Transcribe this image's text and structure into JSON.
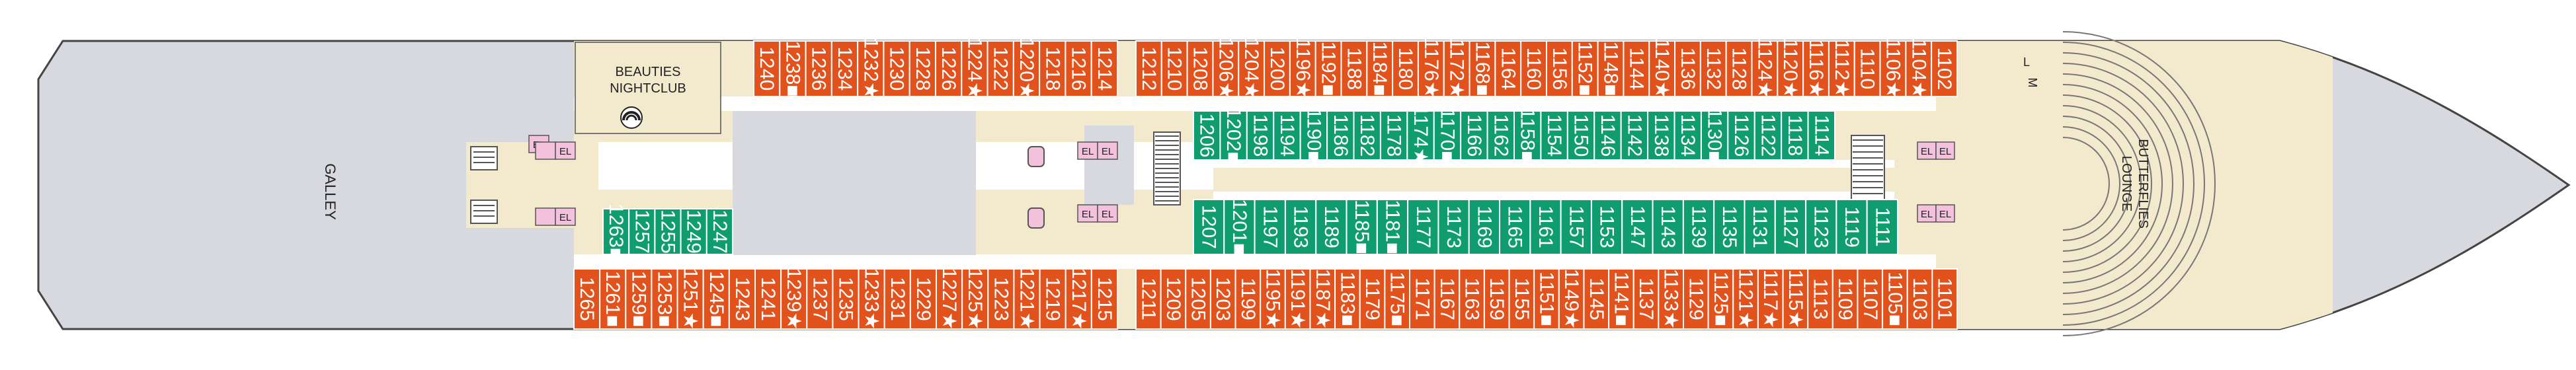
{
  "colors": {
    "hull": "#d8d9de",
    "hull_stroke": "#444444",
    "interior": "#f3e9cc",
    "ocean_cabin": "#e2521c",
    "interior_cabin": "#0f9c6e",
    "elevator": "#f2c1dc",
    "corridor": "#ffffff",
    "venue": "#f3e9cc",
    "divider": "#ffffff"
  },
  "labels": {
    "galley": "GALLEY",
    "nightclub_line1": "BEAUTIES",
    "nightclub_line2": "NIGHTCLUB",
    "lounge_line1": "BUTTERFLIES",
    "lounge_line2": "LOUNGE",
    "elevator": "EL",
    "marker_l": "L",
    "marker_m": "M"
  },
  "cabins": {
    "top_aft": [
      "1240",
      "1238■",
      "1236",
      "1234",
      "1232★",
      "1230",
      "1228",
      "1226",
      "1224★",
      "1222",
      "1220★",
      "1218",
      "1216",
      "1214"
    ],
    "top_fwd": [
      "1212",
      "1210",
      "1208",
      "1206★",
      "1204★",
      "1200",
      "1196★",
      "1192■",
      "1188",
      "1184■",
      "1180",
      "1176★",
      "1172★",
      "1168■",
      "1164",
      "1160",
      "1156",
      "1152■",
      "1148■",
      "1144",
      "1140★",
      "1136",
      "1132",
      "1128",
      "1124★",
      "1120★",
      "1116★",
      "1112★",
      "1110",
      "1106★",
      "1104★",
      "1102"
    ],
    "inner_top": [
      "1206",
      "1202■",
      "1198",
      "1194",
      "1190■",
      "1186",
      "1182",
      "1178",
      "1174★",
      "1170■",
      "1166",
      "1162",
      "1158■",
      "1154",
      "1150",
      "1146",
      "1142",
      "1138",
      "1134",
      "1130■",
      "1126",
      "1122",
      "1118",
      "1114"
    ],
    "inner_bottom_aft": [
      "1263■",
      "1257",
      "1255",
      "1249",
      "1247"
    ],
    "inner_bottom": [
      "1207",
      "1201■",
      "1197",
      "1193",
      "1189",
      "1185■",
      "1181■",
      "1177",
      "1173",
      "1169",
      "1165",
      "1161",
      "1157",
      "1153",
      "1147",
      "1143",
      "1139",
      "1135",
      "1131",
      "1127",
      "1123",
      "1119",
      "1111"
    ],
    "bottom_aft": [
      "1265",
      "1261■",
      "1259■",
      "1253■",
      "1251★",
      "1245■",
      "1243",
      "1241",
      "1239★",
      "1237",
      "1235",
      "1233★",
      "1231",
      "1229",
      "1227★",
      "1225★",
      "1223",
      "1221★",
      "1219",
      "1217★",
      "1215"
    ],
    "bottom_fwd": [
      "1211",
      "1209",
      "1205",
      "1203",
      "1199",
      "1195★",
      "1191★",
      "1187★",
      "1183■",
      "1179",
      "1175■",
      "1171",
      "1167",
      "1163",
      "1159",
      "1155",
      "1151■",
      "1149★",
      "1145",
      "1141■",
      "1137",
      "1133★",
      "1129",
      "1125■",
      "1121★",
      "1117★",
      "1115★",
      "1113",
      "1109",
      "1107",
      "1105■",
      "1103",
      "1101"
    ]
  }
}
